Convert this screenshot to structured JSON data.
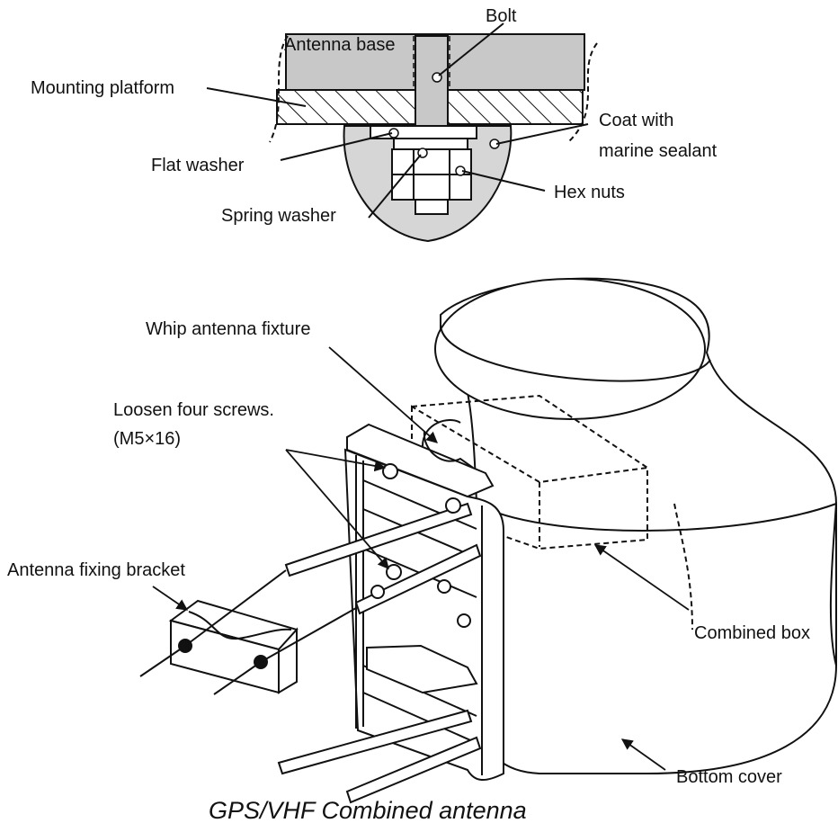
{
  "colors": {
    "ink": "#111111",
    "fill_gray": "#c8c8c8",
    "sealant_gray": "#d6d6d6"
  },
  "detail": {
    "labels": {
      "bolt": "Bolt",
      "antenna_base": "Antenna base",
      "mounting_platform": "Mounting platform",
      "coat_line1": "Coat with",
      "coat_line2": "marine sealant",
      "flat_washer": "Flat washer",
      "hex_nuts": "Hex nuts",
      "spring_washer": "Spring washer"
    }
  },
  "antenna": {
    "labels": {
      "whip_fixture": "Whip antenna fixture",
      "loosen_line1": "Loosen four screws.",
      "loosen_line2": "(M5×16)",
      "fixing_bracket": "Antenna fixing bracket",
      "combined_box": "Combined box",
      "bottom_cover": "Bottom cover"
    },
    "caption": "GPS/VHF Combined antenna"
  }
}
